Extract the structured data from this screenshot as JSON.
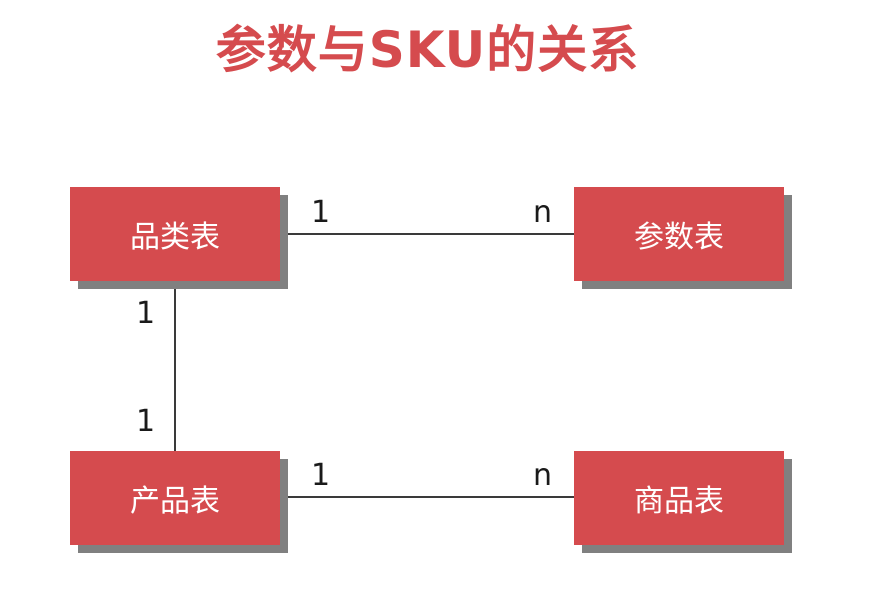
{
  "title": "参数与SKU的关系",
  "colors": {
    "accent": "#d54b4e",
    "shadow": "#808080",
    "line": "#3a3a3a",
    "box_text": "#ffffff"
  },
  "entities": {
    "category": "品类表",
    "parameter": "参数表",
    "product": "产品表",
    "sku": "商品表"
  },
  "relations": {
    "category_parameter": {
      "left": "1",
      "right": "n"
    },
    "category_product": {
      "top": "1",
      "bottom": "1"
    },
    "product_sku": {
      "left": "1",
      "right": "n"
    }
  }
}
